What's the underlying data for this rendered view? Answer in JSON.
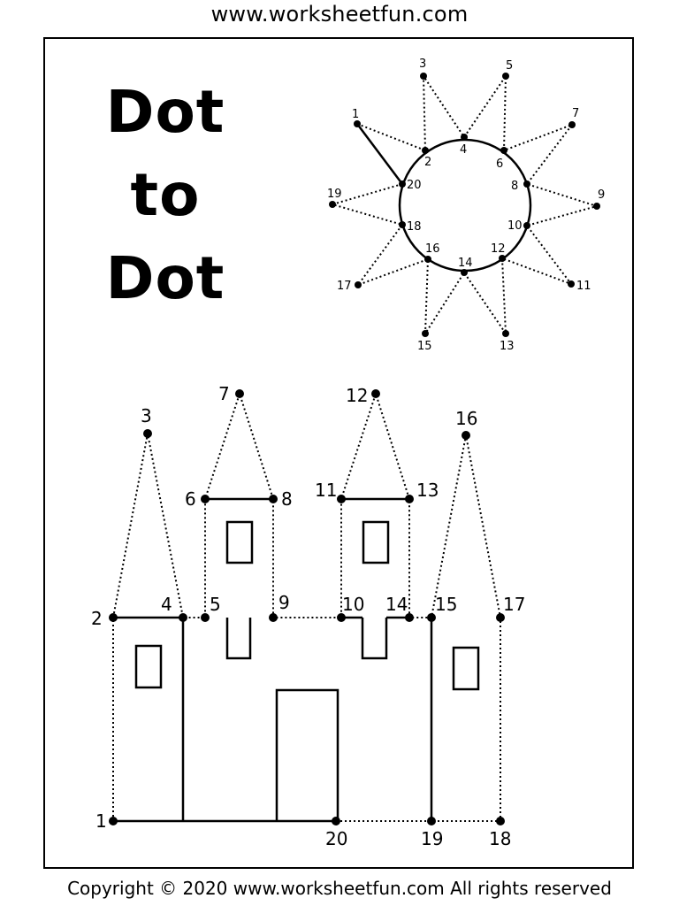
{
  "header": {
    "site": "www.worksheetfun.com"
  },
  "title": {
    "line1": "Dot",
    "line2": "to",
    "line3": "Dot"
  },
  "footer": {
    "copyright": "Copyright © 2020 www.worksheetfun.com All rights reserved"
  },
  "sun": {
    "labels": [
      "1",
      "2",
      "3",
      "4",
      "5",
      "6",
      "7",
      "8",
      "9",
      "10",
      "11",
      "12",
      "13",
      "14",
      "15",
      "16",
      "17",
      "18",
      "19",
      "20"
    ]
  },
  "castle": {
    "labels": [
      "1",
      "2",
      "3",
      "4",
      "5",
      "6",
      "7",
      "8",
      "9",
      "10",
      "11",
      "12",
      "13",
      "14",
      "15",
      "16",
      "17",
      "18",
      "19",
      "20"
    ]
  },
  "colors": {
    "ink": "#000000",
    "paper": "#ffffff"
  }
}
